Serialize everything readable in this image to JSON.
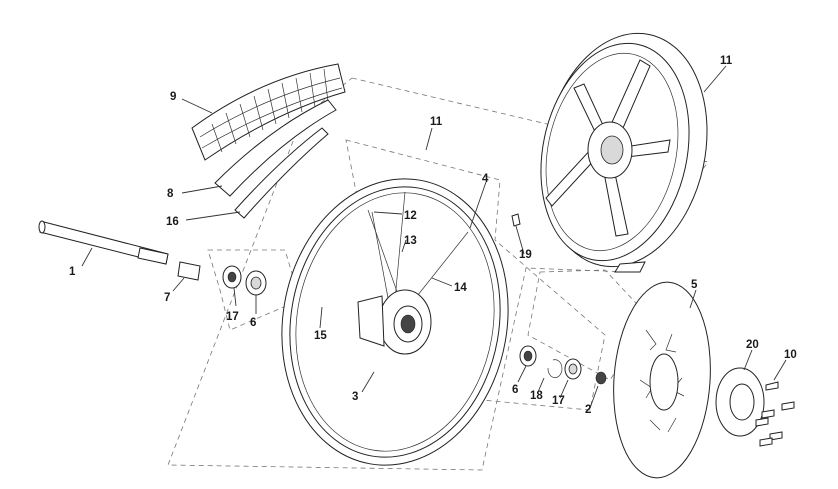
{
  "callouts": [
    {
      "id": "label-9",
      "text": "9"
    },
    {
      "id": "label-8",
      "text": "8"
    },
    {
      "id": "label-16",
      "text": "16"
    },
    {
      "id": "label-1",
      "text": "1"
    },
    {
      "id": "label-7",
      "text": "7"
    },
    {
      "id": "label-17a",
      "text": "17"
    },
    {
      "id": "label-6a",
      "text": "6"
    },
    {
      "id": "label-15",
      "text": "15"
    },
    {
      "id": "label-3",
      "text": "3"
    },
    {
      "id": "label-11a",
      "text": "11"
    },
    {
      "id": "label-4",
      "text": "4"
    },
    {
      "id": "label-12",
      "text": "12"
    },
    {
      "id": "label-13",
      "text": "13"
    },
    {
      "id": "label-14",
      "text": "14"
    },
    {
      "id": "label-19",
      "text": "19"
    },
    {
      "id": "label-11b",
      "text": "11"
    },
    {
      "id": "label-5",
      "text": "5"
    },
    {
      "id": "label-6b",
      "text": "6"
    },
    {
      "id": "label-18",
      "text": "18"
    },
    {
      "id": "label-17b",
      "text": "17"
    },
    {
      "id": "label-2",
      "text": "2"
    },
    {
      "id": "label-20",
      "text": "20"
    },
    {
      "id": "label-10",
      "text": "10"
    }
  ]
}
